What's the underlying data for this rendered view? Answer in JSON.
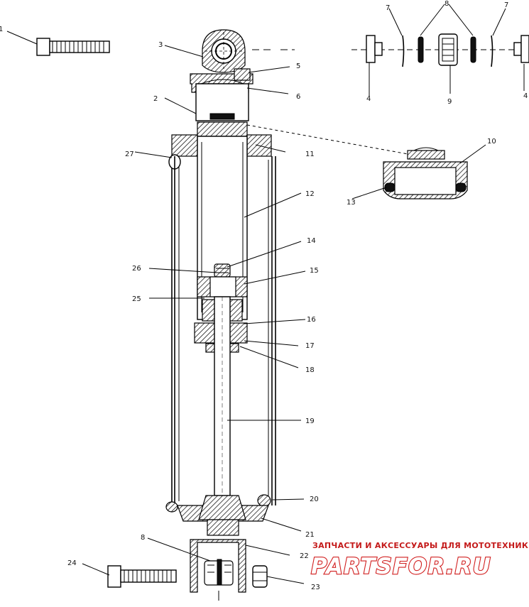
{
  "diagram": {
    "callouts": [
      {
        "id": "c1",
        "label": "1"
      },
      {
        "id": "c2",
        "label": "2"
      },
      {
        "id": "c3",
        "label": "3"
      },
      {
        "id": "c4a",
        "label": "4"
      },
      {
        "id": "c4b",
        "label": "4"
      },
      {
        "id": "c5",
        "label": "5"
      },
      {
        "id": "c6",
        "label": "6"
      },
      {
        "id": "c7a",
        "label": "7"
      },
      {
        "id": "c7b",
        "label": "7"
      },
      {
        "id": "c8a",
        "label": "8"
      },
      {
        "id": "c8b",
        "label": "8"
      },
      {
        "id": "c9",
        "label": "9"
      },
      {
        "id": "c10",
        "label": "10"
      },
      {
        "id": "c11",
        "label": "11"
      },
      {
        "id": "c12",
        "label": "12"
      },
      {
        "id": "c13",
        "label": "13"
      },
      {
        "id": "c14",
        "label": "14"
      },
      {
        "id": "c15",
        "label": "15"
      },
      {
        "id": "c16",
        "label": "16"
      },
      {
        "id": "c17",
        "label": "17"
      },
      {
        "id": "c18",
        "label": "18"
      },
      {
        "id": "c19",
        "label": "19"
      },
      {
        "id": "c20",
        "label": "20"
      },
      {
        "id": "c21",
        "label": "21"
      },
      {
        "id": "c22",
        "label": "22"
      },
      {
        "id": "c23",
        "label": "23"
      },
      {
        "id": "c24",
        "label": "24"
      },
      {
        "id": "c25a",
        "label": "25"
      },
      {
        "id": "c25b",
        "label": "26"
      },
      {
        "id": "c27",
        "label": "27"
      }
    ]
  },
  "watermark": {
    "caption": "ЗАПЧАСТИ И АКСЕССУАРЫ ДЛЯ МОТОТЕХНИКИ",
    "brand": "PARTSFOR.RU",
    "color": "#d11e1e"
  }
}
